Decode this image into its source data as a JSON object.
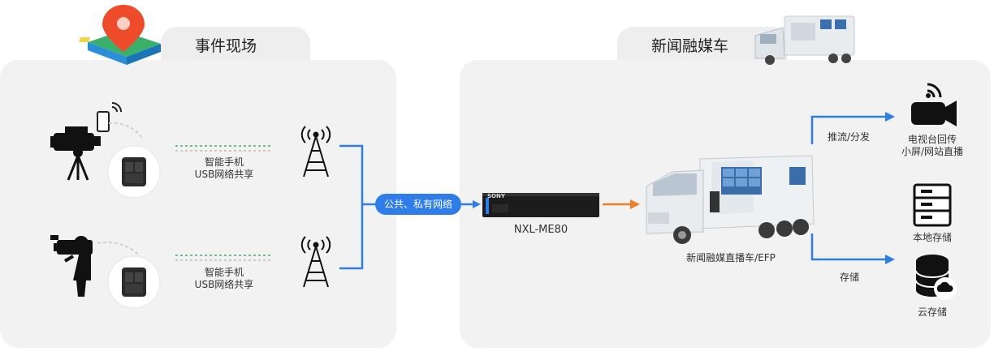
{
  "left_panel": {
    "title": "事件现场",
    "rows": [
      {
        "link_label_line1": "智能手机",
        "link_label_line2": "USB网络共享"
      },
      {
        "link_label_line1": "智能手机",
        "link_label_line2": "USB网络共享"
      }
    ]
  },
  "network": {
    "label": "公共、私有网络"
  },
  "device": {
    "name": "NXL-ME80",
    "brand": "SONY"
  },
  "right_panel": {
    "title": "新闻融媒车",
    "truck_label": "新闻融媒直播车/EFP",
    "branch_top_label": "推流/分发",
    "branch_bottom_label": "存储",
    "outputs": [
      {
        "line1": "电视台回传",
        "line2": "小屏/网站直播"
      },
      {
        "line1": "本地存储",
        "line2": ""
      },
      {
        "line1": "云存储",
        "line2": ""
      }
    ]
  },
  "colors": {
    "blue": "#2f7de8",
    "orange": "#f07d28",
    "panel": "#f2f2f2",
    "dashed_green": "#3cae6e"
  }
}
